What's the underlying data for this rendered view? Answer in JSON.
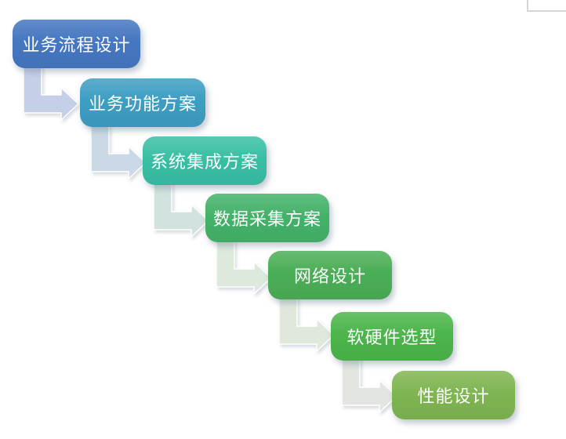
{
  "page": {
    "background_color": "#ffffff",
    "corner_line_color": "#d6d6d6"
  },
  "diagram": {
    "type": "stair-step-flowchart",
    "steps": [
      {
        "label": "业务流程设计",
        "fill": "#4577c1"
      },
      {
        "label": "业务功能方案",
        "fill": "#3d9ec3"
      },
      {
        "label": "系统集成方案",
        "fill": "#39bfa4"
      },
      {
        "label": "数据采集方案",
        "fill": "#44b269"
      },
      {
        "label": "网络设计",
        "fill": "#4bae57"
      },
      {
        "label": "软硬件选型",
        "fill": "#4cb54b"
      },
      {
        "label": "性能设计",
        "fill": "#7fb552"
      }
    ],
    "arrows": [
      {
        "fill": "#c5cfe8"
      },
      {
        "fill": "#cbd9e6"
      },
      {
        "fill": "#d2e2de"
      },
      {
        "fill": "#dce9dc"
      },
      {
        "fill": "#e0e8dd"
      },
      {
        "fill": "#e3e6e0"
      }
    ]
  }
}
